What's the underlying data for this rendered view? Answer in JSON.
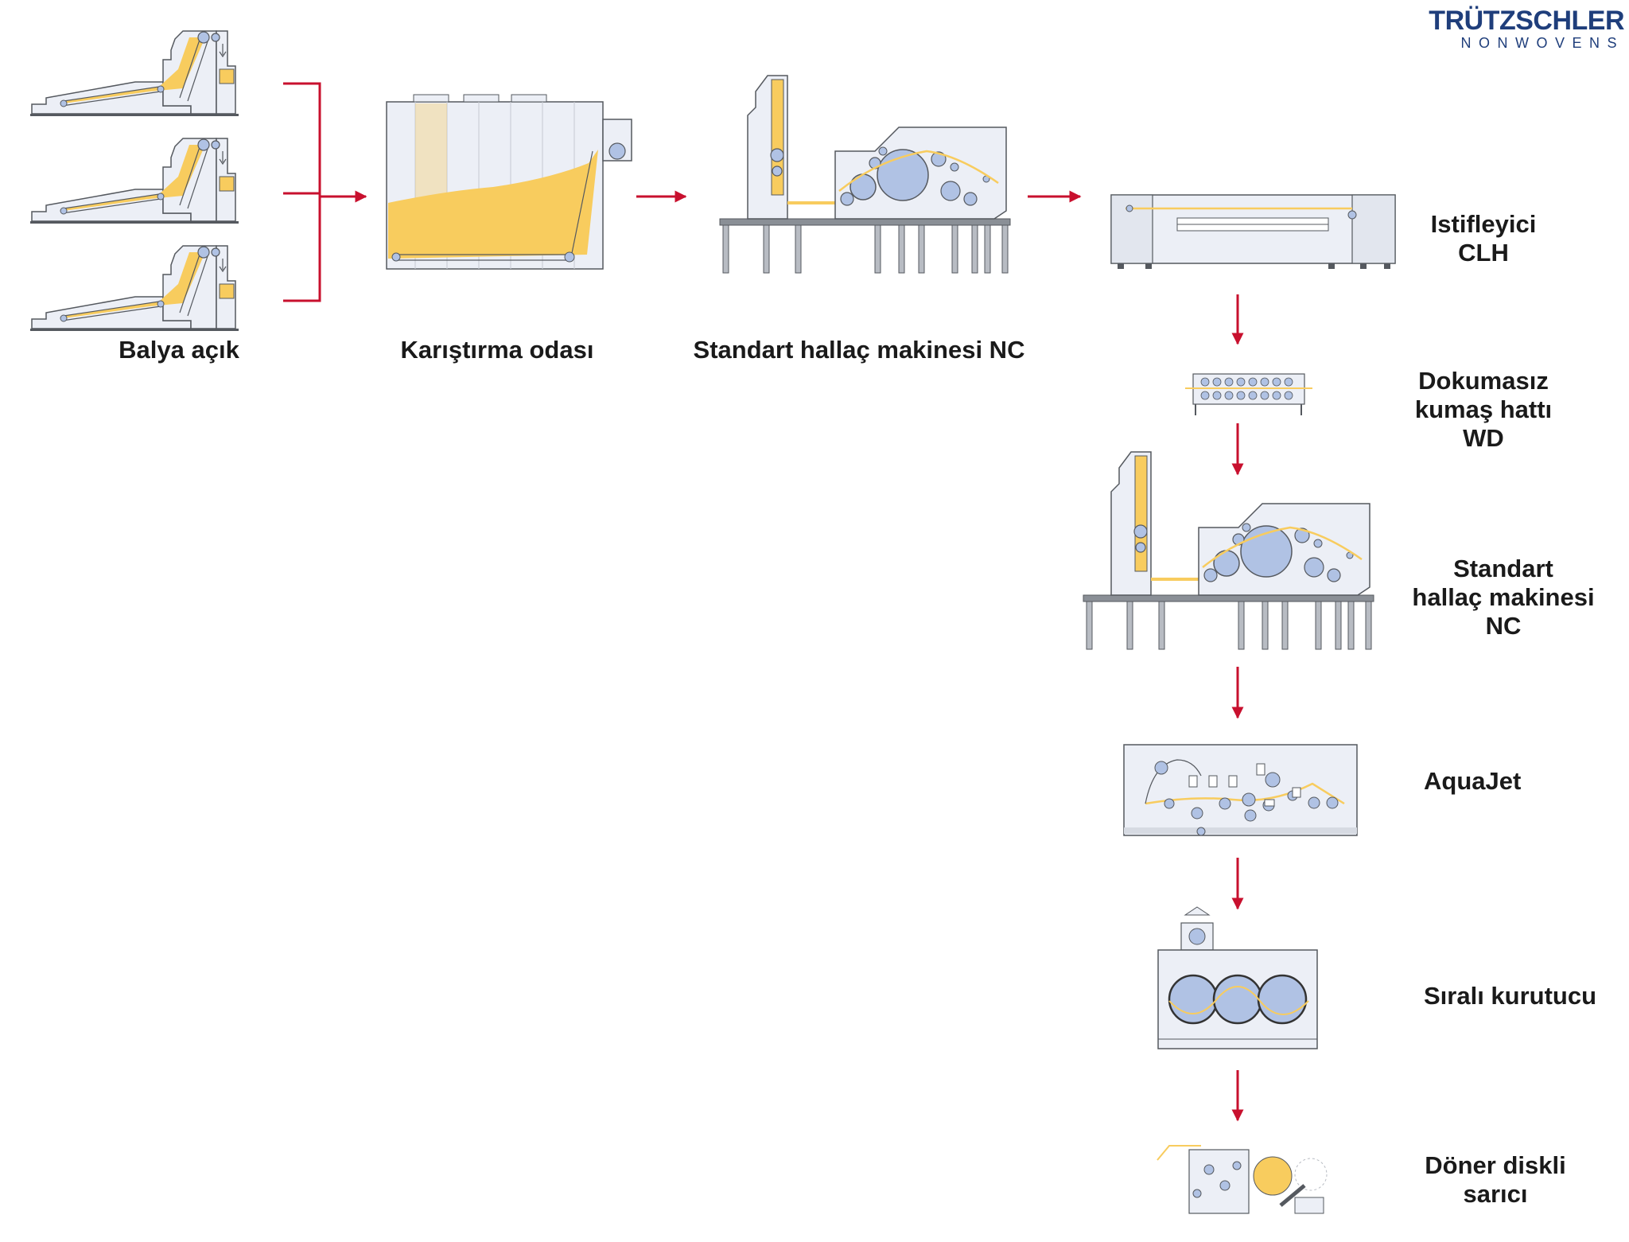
{
  "logo": {
    "brand": "TRÜTZSCHLER",
    "division": "NONWOVENS"
  },
  "colors": {
    "fibre": "#f8cc5e",
    "roller": "#b0c2e4",
    "machine_fill": "#eceff6",
    "outline": "#55595f",
    "arrow": "#c8102e",
    "logo": "#1f3e7b"
  },
  "steps": {
    "bale_opener": "Balya açık",
    "mixing_chamber": "Karıştırma odası",
    "card_top": "Standart hallaç makinesi NC",
    "crosslapper": [
      "Istifleyici",
      "CLH"
    ],
    "drafter": [
      "Dokumasız",
      "kumaş hattı",
      "WD"
    ],
    "card_right": [
      "Standart",
      "hallaç makinesi",
      "NC"
    ],
    "aquajet": "AquaJet",
    "dryer": "Sıralı kurutucu",
    "winder": [
      "Döner diskli",
      "sarıcı"
    ]
  },
  "icons": {
    "bale_opener": "bale-opener-machine-icon",
    "mixing_chamber": "mixing-chamber-icon",
    "card": "carding-machine-icon",
    "crosslapper": "crosslapper-icon",
    "drafter": "web-drafter-icon",
    "aquajet": "hydroentanglement-icon",
    "dryer": "drum-dryer-icon",
    "winder": "winder-icon",
    "arrow": "flow-arrow-icon"
  }
}
